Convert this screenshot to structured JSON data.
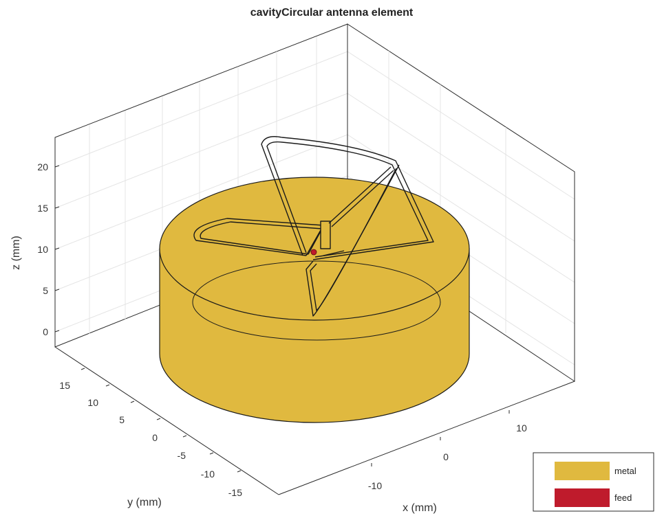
{
  "figure": {
    "title": "cavityCircular antenna element"
  },
  "axes": {
    "x": {
      "label": "x (mm)",
      "ticks": [
        "-10",
        "0",
        "10"
      ]
    },
    "y": {
      "label": "y (mm)",
      "ticks": [
        "15",
        "10",
        "5",
        "0",
        "-5",
        "-10",
        "-15"
      ]
    },
    "z": {
      "label": "z (mm)",
      "ticks": [
        "20",
        "15",
        "10",
        "5",
        "0"
      ]
    },
    "grid": "on"
  },
  "legend": {
    "placement": "bottom-right",
    "entries": [
      {
        "label": "metal",
        "color": "#e0b93f"
      },
      {
        "label": "feed",
        "color": "#bf1b2c"
      }
    ]
  },
  "colors": {
    "metal": "#e0b93f",
    "feed": "#bf1b2c",
    "edge": "#1a1a1a",
    "grid": "#e4e4e4",
    "axis": "#2a2a2a"
  }
}
